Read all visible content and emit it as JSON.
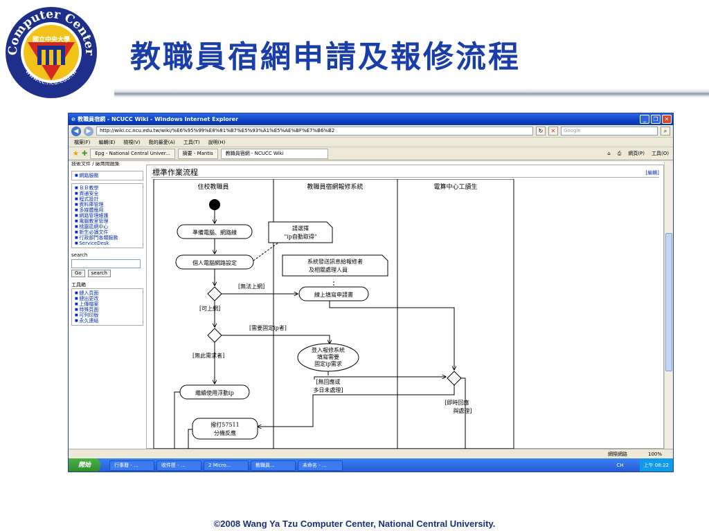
{
  "slide": {
    "title": "教職員宿網申請及報修流程",
    "logo": {
      "ring_text": "Computer Center",
      "url_text": "www.cc.ncu.edu.tw",
      "badge_text": "國立中央大學"
    },
    "footer": "©2008 Wang Ya Tzu Computer Center, National Central University."
  },
  "browser": {
    "window_title": "教職員宿網 - NCUCC Wiki - Windows Internet Explorer",
    "url": "http://wiki.cc.ncu.edu.tw/wiki/%E6%95%99%E8%81%B7%E5%93%A1%E5%AE%BF%E7%B6%B2",
    "search_placeholder": "Google",
    "menu": [
      "檔案(F)",
      "編輯(E)",
      "檢視(V)",
      "我的最愛(A)",
      "工具(T)",
      "說明(H)"
    ],
    "tabs": [
      "Epg - National Central Univer...",
      "摘要 - Mantis",
      "教職員宿網 - NCUCC Wiki"
    ],
    "toolbar": {
      "page_label": "網頁(P)",
      "tools_label": "工具(O)"
    },
    "status": {
      "zone": "網際網路",
      "zoom": "100%"
    }
  },
  "sidebar": {
    "cut_header": "技術文件 / 廠商問題集",
    "group1": [
      "網路服務"
    ],
    "group2": [
      "ＢＢ教學",
      "資通安全",
      "程式設計",
      "資料庫管理",
      "多媒體應用",
      "網路管理維護",
      "電腦教室管理",
      "桃園區網中心",
      "新生必讀文件",
      "行政部門各類服務",
      "ServiceDesk"
    ],
    "search_label": "search",
    "go_label": "Go",
    "search_button": "search",
    "toolbox_label": "工具箱",
    "toolbox": [
      "鏈入頁面",
      "鏈出更改",
      "上傳檔案",
      "特殊頁面",
      "可列印版",
      "永久連結"
    ]
  },
  "page": {
    "heading": "標準作業流程",
    "edit_link": "[編輯]"
  },
  "diagram": {
    "lanes": [
      "住校教職員",
      "教職員宿網報修系統",
      "電算中心工讀生"
    ],
    "nodes": {
      "prepare": "準備電腦、網路線",
      "note1_line1": "請選擇",
      "note1_line2": "\"ip自動取得\"",
      "setup": "個人電腦網路設定",
      "note2_line1": "系統發送訊息給報修者",
      "note2_line2": "及相關處理人員",
      "cannot": "[無法上網]",
      "apply": "線上填寫申請書",
      "can": "[可上網]",
      "need_ip": "[需要固定ip者]",
      "no_need": "[無此需求者]",
      "login_line1": "登入報修系統",
      "login_line2": "填寫需要",
      "login_line3": "固定ip需求",
      "noresp_line1": "[無回應或",
      "noresp_line2": "多日未處理]",
      "dynamic": "繼續使用浮動ip",
      "immediate_line1": "[即時回應",
      "immediate_line2": "與處理]",
      "call_line1": "撥打57511",
      "call_line2": "分機反應"
    }
  },
  "taskbar": {
    "start": "開始",
    "tasks": [
      "行事曆 - ...",
      "收件匣 - ...",
      "2 Micro...",
      "教職員...",
      "未命名 - ..."
    ],
    "clock": "上午 08:22",
    "ime": "CH"
  },
  "colors": {
    "title": "#1a3ea8",
    "xp_blue": "#0a40c4",
    "link": "#002bb8",
    "footer": "#1a2e7a"
  }
}
